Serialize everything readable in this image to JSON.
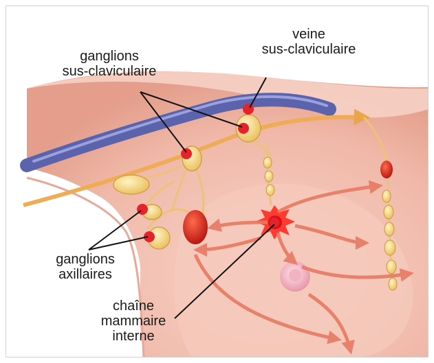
{
  "labels": {
    "veine_l1": "veine",
    "veine_l2": "sus-claviculaire",
    "gsc_l1": "ganglions",
    "gsc_l2": "sus-claviculaire",
    "gax_l1": "ganglions",
    "gax_l2": "axillaires",
    "cmi_l1": "chaîne",
    "cmi_l2": "mammaire",
    "cmi_l3": "interne"
  },
  "colors": {
    "skin": "#f3c2b4",
    "skin_dark": "#e7a694",
    "vein": "#6f77bd",
    "lymph": "#f3b66a",
    "node": "#f1d98a",
    "marker": "#e5232b",
    "tumor": "#e8202a",
    "arrow": "#e77a63"
  }
}
